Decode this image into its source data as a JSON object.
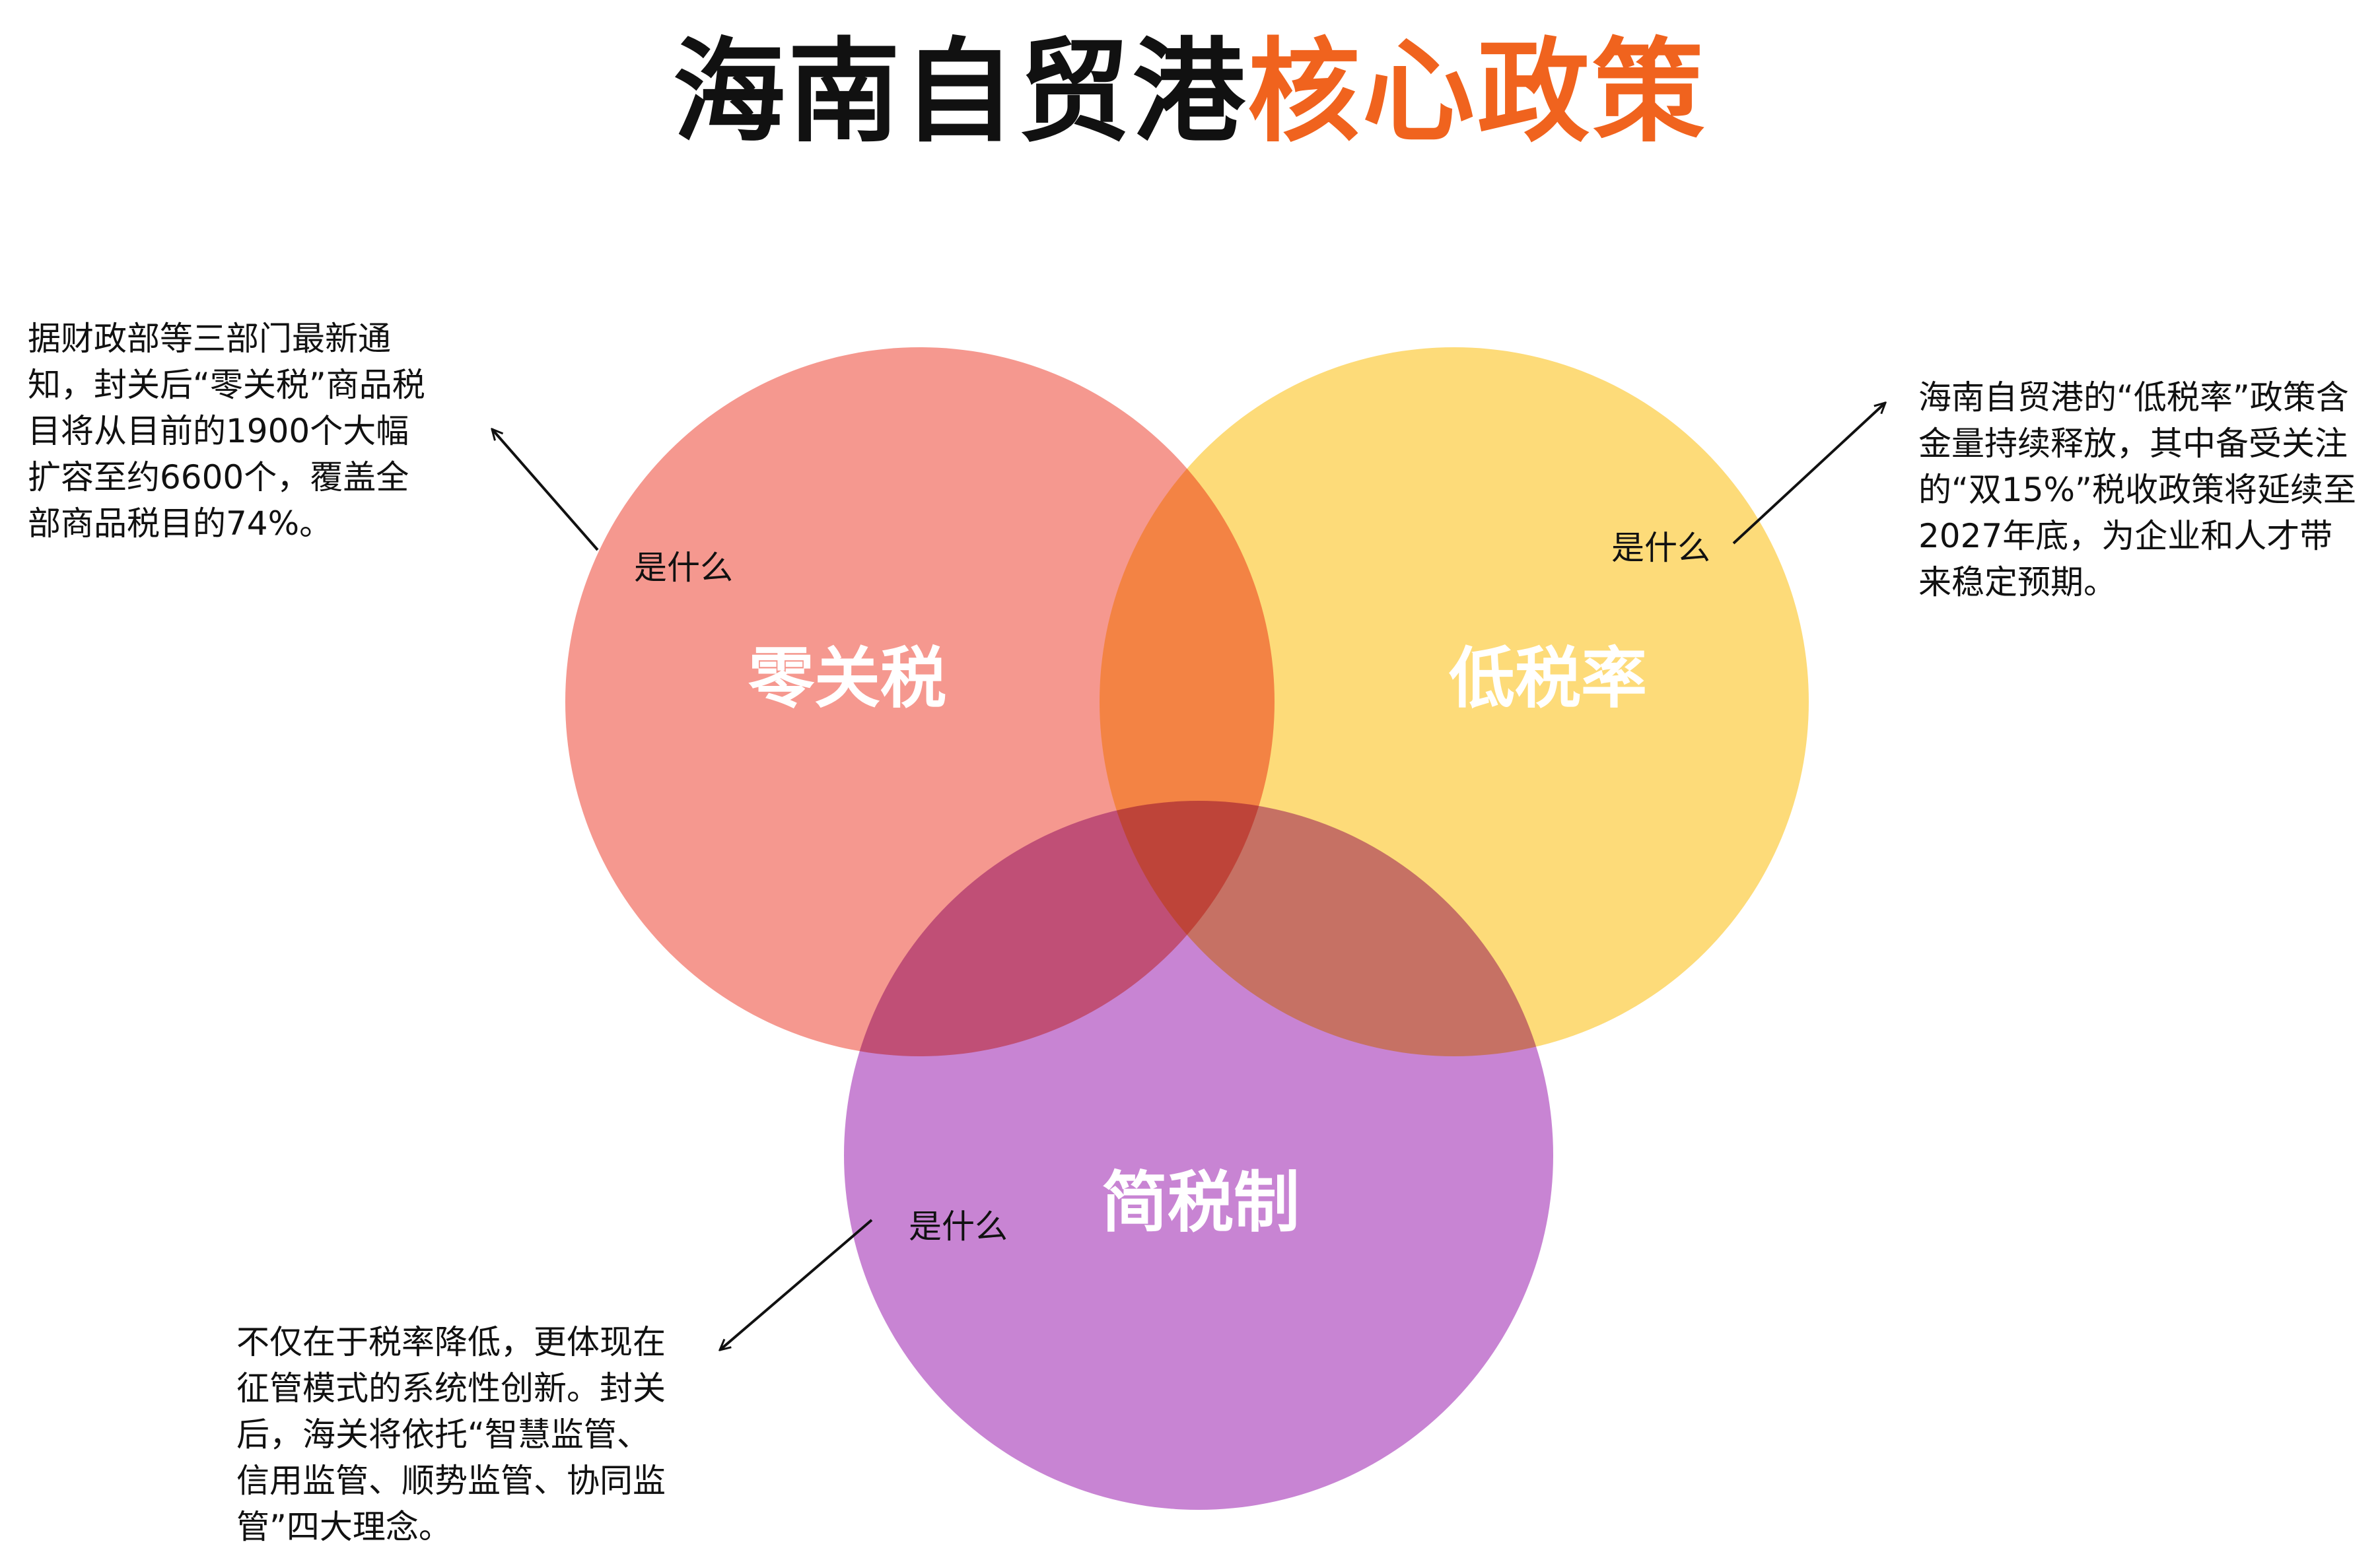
{
  "title": {
    "part1": "海南自贸港",
    "part2": "核心政策"
  },
  "colors": {
    "title_dark": "#111111",
    "title_accent": "#f0631e",
    "circle_zero_tariff": "#f48a80",
    "circle_low_tax": "#fcd35c",
    "circle_simple_tax": "#b862c6"
  },
  "circles": [
    {
      "label": "零关税",
      "what": "是什么",
      "description": "据财政部等三部门最新通知，封关后“零关税”商品税目将从目前的1900个大幅扩容至约6600个，覆盖全部商品税目的74%。"
    },
    {
      "label": "低税率",
      "what": "是什么",
      "description": "海南自贸港的“低税率”政策含金量持续释放，其中备受关注的“双15%”税收政策将延续至2027年底，为企业和人才带来稳定预期。"
    },
    {
      "label": "简税制",
      "what": "是什么",
      "description": "不仅在于税率降低，更体现在征管模式的系统性创新。封关后，海关将依托“智慧监管、信用监管、顺势监管、协同监管”四大理念。"
    }
  ]
}
